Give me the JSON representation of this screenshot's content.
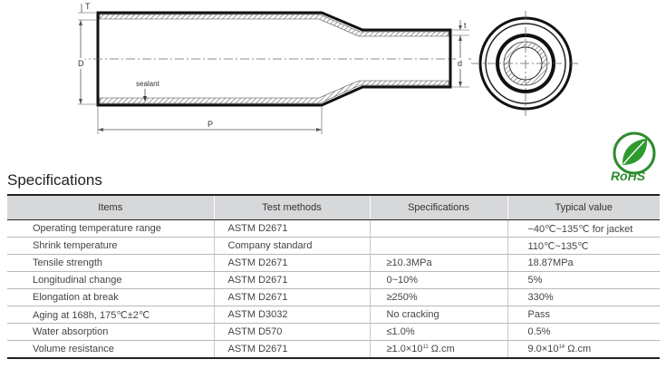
{
  "drawing": {
    "labels": {
      "T": "T",
      "t": "t",
      "D": "D",
      "d": "d",
      "P": "P",
      "sealant": "sealant"
    }
  },
  "badge": {
    "text": "RoHS"
  },
  "section_title": "Specifications",
  "table": {
    "headers": [
      "Items",
      "Test methods",
      "Specifications",
      "Typical value"
    ],
    "rows": [
      {
        "item": "Operating temperature range",
        "method": "ASTM D2671",
        "spec": "",
        "typical": "−40℃~135℃ for jacket"
      },
      {
        "item": "Shrink temperature",
        "method": "Company standard",
        "spec": "",
        "typical": "110℃~135℃"
      },
      {
        "item": "Tensile strength",
        "method": "ASTM D2671",
        "spec": "≥10.3MPa",
        "typical": "18.87MPa"
      },
      {
        "item": "Longitudinal change",
        "method": "ASTM D2671",
        "spec": "0~10%",
        "typical": "5%"
      },
      {
        "item": "Elongation at break",
        "method": "ASTM D2671",
        "spec": "≥250%",
        "typical": "330%"
      },
      {
        "item": "Aging at 168h, 175℃±2℃",
        "method": "ASTM D3032",
        "spec": "No cracking",
        "typical": "Pass"
      },
      {
        "item": "Water absorption",
        "method": "ASTM D570",
        "spec": "≤1.0%",
        "typical": "0.5%"
      },
      {
        "item": "Volume resistance",
        "method": "ASTM D2671",
        "spec_base": "≥1.0×10",
        "spec_exp": "11",
        "spec_unit": "Ω.cm",
        "typical_base": "9.0×10",
        "typical_exp": "14",
        "typical_unit": "Ω.cm"
      }
    ]
  }
}
